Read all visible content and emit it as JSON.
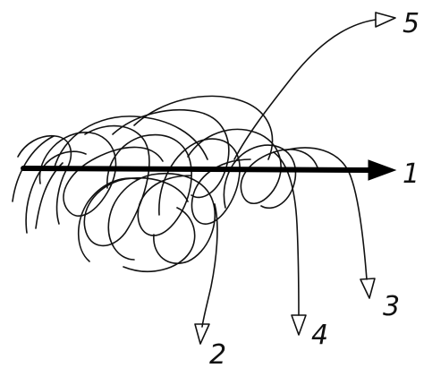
{
  "diagram": {
    "labels": {
      "main_arrow": "1",
      "path_2": "2",
      "path_3": "3",
      "path_4": "4",
      "path_5": "5"
    },
    "colors": {
      "ink": "#111111",
      "background": "#ffffff"
    }
  }
}
